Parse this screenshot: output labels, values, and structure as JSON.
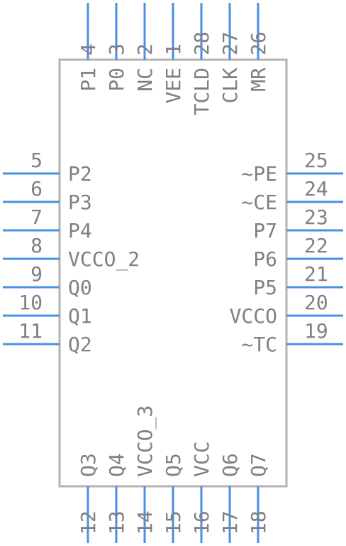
{
  "colors": {
    "pin": "#4a8fe7",
    "body_outline": "#b3b3b3",
    "text": "#808080"
  },
  "top_pins": [
    {
      "num": "4",
      "name": "P1"
    },
    {
      "num": "3",
      "name": "P0"
    },
    {
      "num": "2",
      "name": "NC"
    },
    {
      "num": "1",
      "name": "VEE"
    },
    {
      "num": "28",
      "name": "TCLD"
    },
    {
      "num": "27",
      "name": "CLK"
    },
    {
      "num": "26",
      "name": "MR"
    }
  ],
  "left_pins": [
    {
      "num": "5",
      "name": "P2"
    },
    {
      "num": "6",
      "name": "P3"
    },
    {
      "num": "7",
      "name": "P4"
    },
    {
      "num": "8",
      "name": "VCCO_2"
    },
    {
      "num": "9",
      "name": "Q0"
    },
    {
      "num": "10",
      "name": "Q1"
    },
    {
      "num": "11",
      "name": "Q2"
    }
  ],
  "right_pins": [
    {
      "num": "25",
      "name": "~PE"
    },
    {
      "num": "24",
      "name": "~CE"
    },
    {
      "num": "23",
      "name": "P7"
    },
    {
      "num": "22",
      "name": "P6"
    },
    {
      "num": "21",
      "name": "P5"
    },
    {
      "num": "20",
      "name": "VCCO"
    },
    {
      "num": "19",
      "name": "~TC"
    }
  ],
  "bottom_pins": [
    {
      "num": "12",
      "name": "Q3"
    },
    {
      "num": "13",
      "name": "Q4"
    },
    {
      "num": "14",
      "name": "VCCO_3"
    },
    {
      "num": "15",
      "name": "Q5"
    },
    {
      "num": "16",
      "name": "VCC"
    },
    {
      "num": "17",
      "name": "Q6"
    },
    {
      "num": "18",
      "name": "Q7"
    }
  ]
}
